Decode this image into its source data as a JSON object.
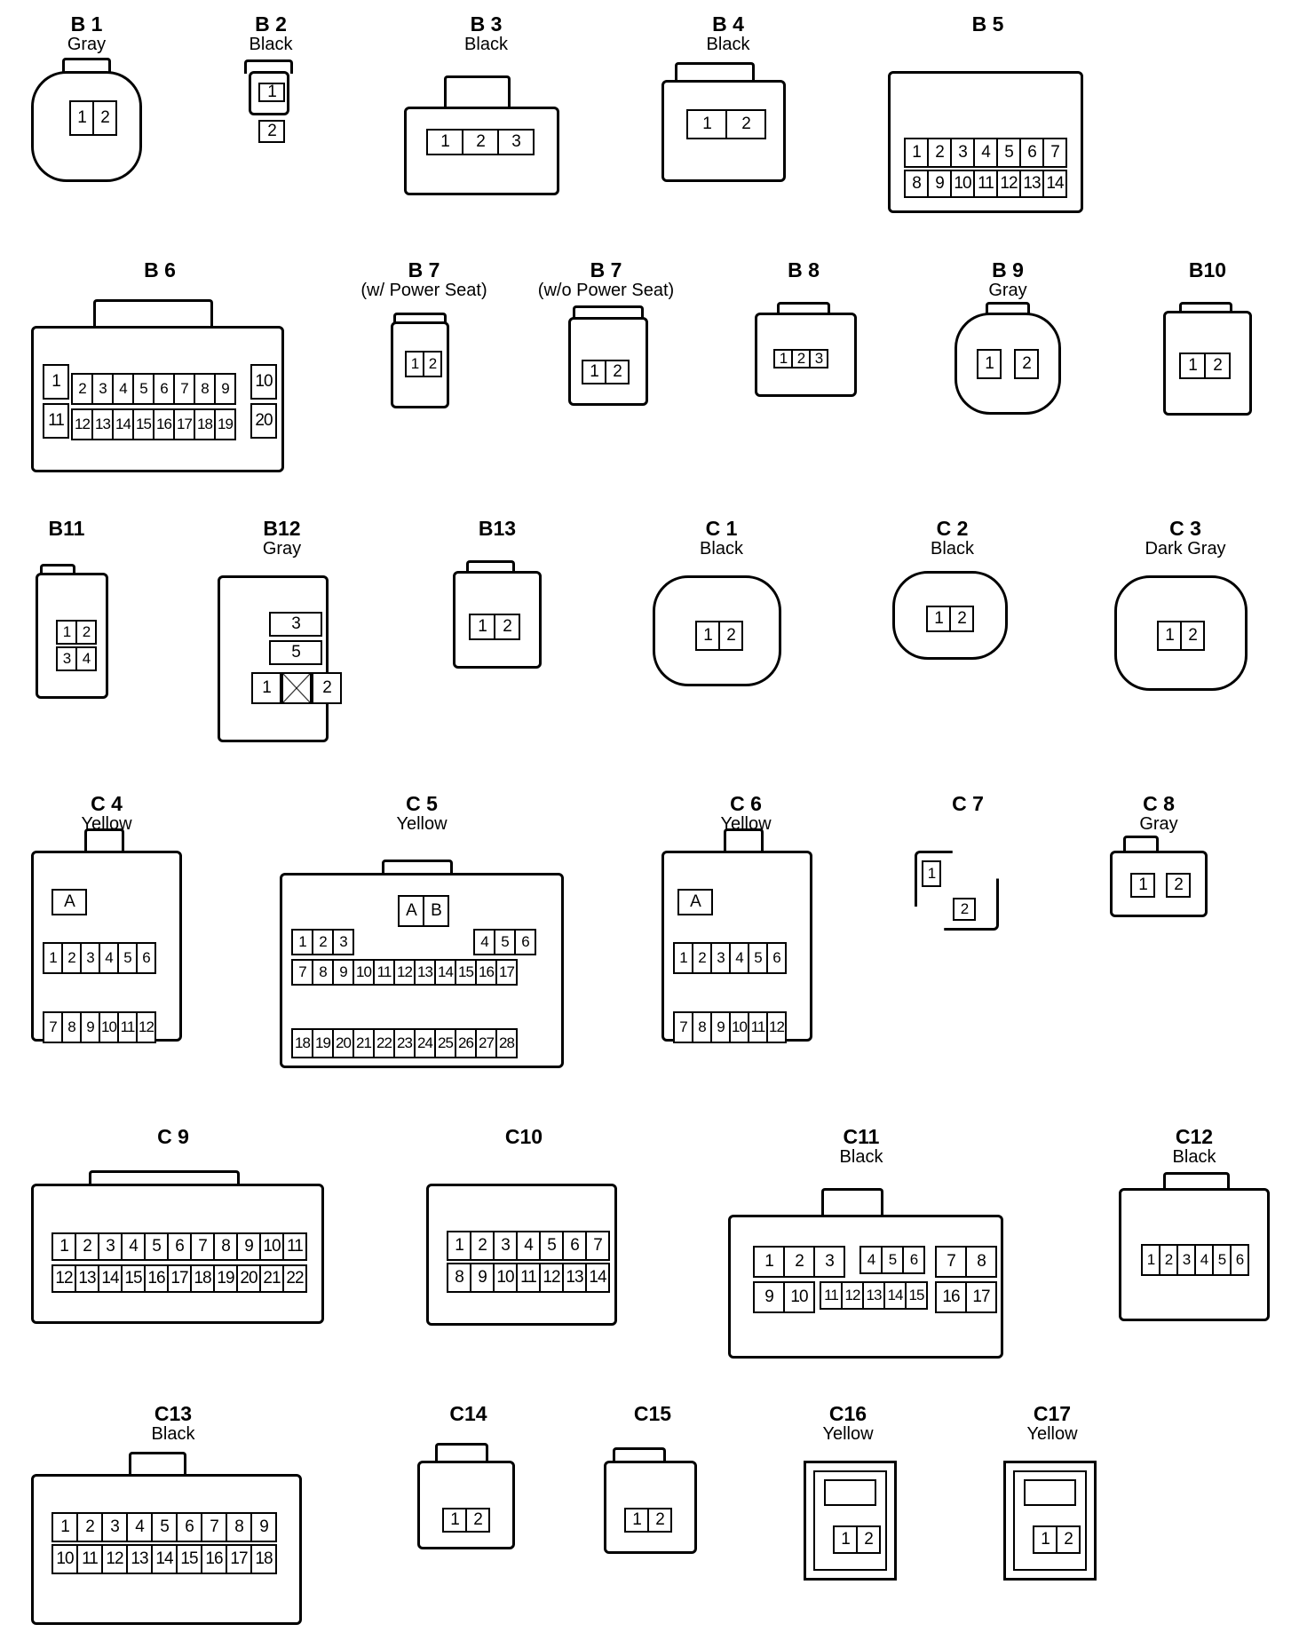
{
  "connectors": [
    {
      "code": "B 1",
      "color": "Gray",
      "pins": [
        "1",
        "2"
      ]
    },
    {
      "code": "B 2",
      "color": "Black",
      "pins": [
        "1",
        "2"
      ]
    },
    {
      "code": "B 3",
      "color": "Black",
      "pins": [
        "1",
        "2",
        "3"
      ]
    },
    {
      "code": "B 4",
      "color": "Black",
      "pins": [
        "1",
        "2"
      ]
    },
    {
      "code": "B 5",
      "color": "",
      "pins": [
        "1",
        "2",
        "3",
        "4",
        "5",
        "6",
        "7",
        "8",
        "9",
        "10",
        "11",
        "12",
        "13",
        "14"
      ]
    },
    {
      "code": "B 6",
      "color": "",
      "pins": [
        "1",
        "2",
        "3",
        "4",
        "5",
        "6",
        "7",
        "8",
        "9",
        "10",
        "11",
        "12",
        "13",
        "14",
        "15",
        "16",
        "17",
        "18",
        "19",
        "20"
      ]
    },
    {
      "code": "B 7",
      "color": "(w/ Power Seat)",
      "pins": [
        "1",
        "2"
      ]
    },
    {
      "code": "B 7",
      "color": "(w/o Power Seat)",
      "pins": [
        "1",
        "2"
      ]
    },
    {
      "code": "B 8",
      "color": "",
      "pins": [
        "1",
        "2",
        "3"
      ]
    },
    {
      "code": "B 9",
      "color": "Gray",
      "pins": [
        "1",
        "2"
      ]
    },
    {
      "code": "B10",
      "color": "",
      "pins": [
        "1",
        "2"
      ]
    },
    {
      "code": "B11",
      "color": "",
      "pins": [
        "1",
        "2",
        "3",
        "4"
      ]
    },
    {
      "code": "B12",
      "color": "Gray",
      "pins": [
        "3",
        "5",
        "1",
        "2"
      ]
    },
    {
      "code": "B13",
      "color": "",
      "pins": [
        "1",
        "2"
      ]
    },
    {
      "code": "C 1",
      "color": "Black",
      "pins": [
        "1",
        "2"
      ]
    },
    {
      "code": "C 2",
      "color": "Black",
      "pins": [
        "1",
        "2"
      ]
    },
    {
      "code": "C 3",
      "color": "Dark Gray",
      "pins": [
        "1",
        "2"
      ]
    },
    {
      "code": "C 4",
      "color": "Yellow",
      "pins": [
        "A",
        "1",
        "2",
        "3",
        "4",
        "5",
        "6",
        "7",
        "8",
        "9",
        "10",
        "11",
        "12"
      ]
    },
    {
      "code": "C 5",
      "color": "Yellow",
      "pins": [
        "A",
        "B",
        "1",
        "2",
        "3",
        "4",
        "5",
        "6",
        "7",
        "8",
        "9",
        "10",
        "11",
        "12",
        "13",
        "14",
        "15",
        "16",
        "17",
        "18",
        "19",
        "20",
        "21",
        "22",
        "23",
        "24",
        "25",
        "26",
        "27",
        "28"
      ]
    },
    {
      "code": "C 6",
      "color": "Yellow",
      "pins": [
        "A",
        "1",
        "2",
        "3",
        "4",
        "5",
        "6",
        "7",
        "8",
        "9",
        "10",
        "11",
        "12"
      ]
    },
    {
      "code": "C 7",
      "color": "",
      "pins": [
        "1",
        "2"
      ]
    },
    {
      "code": "C 8",
      "color": "Gray",
      "pins": [
        "1",
        "2"
      ]
    },
    {
      "code": "C 9",
      "color": "",
      "pins": [
        "1",
        "2",
        "3",
        "4",
        "5",
        "6",
        "7",
        "8",
        "9",
        "10",
        "11",
        "12",
        "13",
        "14",
        "15",
        "16",
        "17",
        "18",
        "19",
        "20",
        "21",
        "22"
      ]
    },
    {
      "code": "C10",
      "color": "",
      "pins": [
        "1",
        "2",
        "3",
        "4",
        "5",
        "6",
        "7",
        "8",
        "9",
        "10",
        "11",
        "12",
        "13",
        "14"
      ]
    },
    {
      "code": "C11",
      "color": "Black",
      "pins": [
        "1",
        "2",
        "3",
        "4",
        "5",
        "6",
        "7",
        "8",
        "9",
        "10",
        "11",
        "12",
        "13",
        "14",
        "15",
        "16",
        "17"
      ]
    },
    {
      "code": "C12",
      "color": "Black",
      "pins": [
        "1",
        "2",
        "3",
        "4",
        "5",
        "6"
      ]
    },
    {
      "code": "C13",
      "color": "Black",
      "pins": [
        "1",
        "2",
        "3",
        "4",
        "5",
        "6",
        "7",
        "8",
        "9",
        "10",
        "11",
        "12",
        "13",
        "14",
        "15",
        "16",
        "17",
        "18"
      ]
    },
    {
      "code": "C14",
      "color": "",
      "pins": [
        "1",
        "2"
      ]
    },
    {
      "code": "C15",
      "color": "",
      "pins": [
        "1",
        "2"
      ]
    },
    {
      "code": "C16",
      "color": "Yellow",
      "pins": [
        "1",
        "2"
      ]
    },
    {
      "code": "C17",
      "color": "Yellow",
      "pins": [
        "1",
        "2"
      ]
    }
  ]
}
